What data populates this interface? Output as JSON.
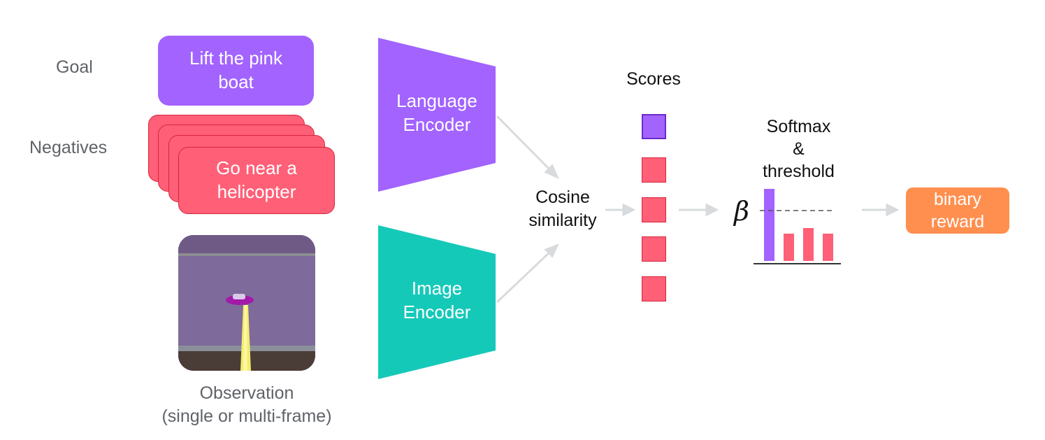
{
  "labels": {
    "goal": "Goal",
    "negatives": "Negatives",
    "observation_line1": "Observation",
    "observation_line2": "(single or multi-frame)"
  },
  "goal_text": "Lift the pink boat",
  "negative_text": "Go near a helicopter",
  "encoders": {
    "language": "Language Encoder",
    "image": "Image Encoder"
  },
  "cosine": "Cosine similarity",
  "scores_label": "Scores",
  "softmax_line1": "Softmax",
  "softmax_line2": "&",
  "softmax_line3": "threshold",
  "beta": "β",
  "reward": "binary reward",
  "colors": {
    "goal_purple": "#a263ff",
    "negative_pink": "#ff5f77",
    "image_teal": "#15c9b9",
    "reward_orange": "#ff8f4f",
    "arrow_gray": "#d7dbdd"
  }
}
